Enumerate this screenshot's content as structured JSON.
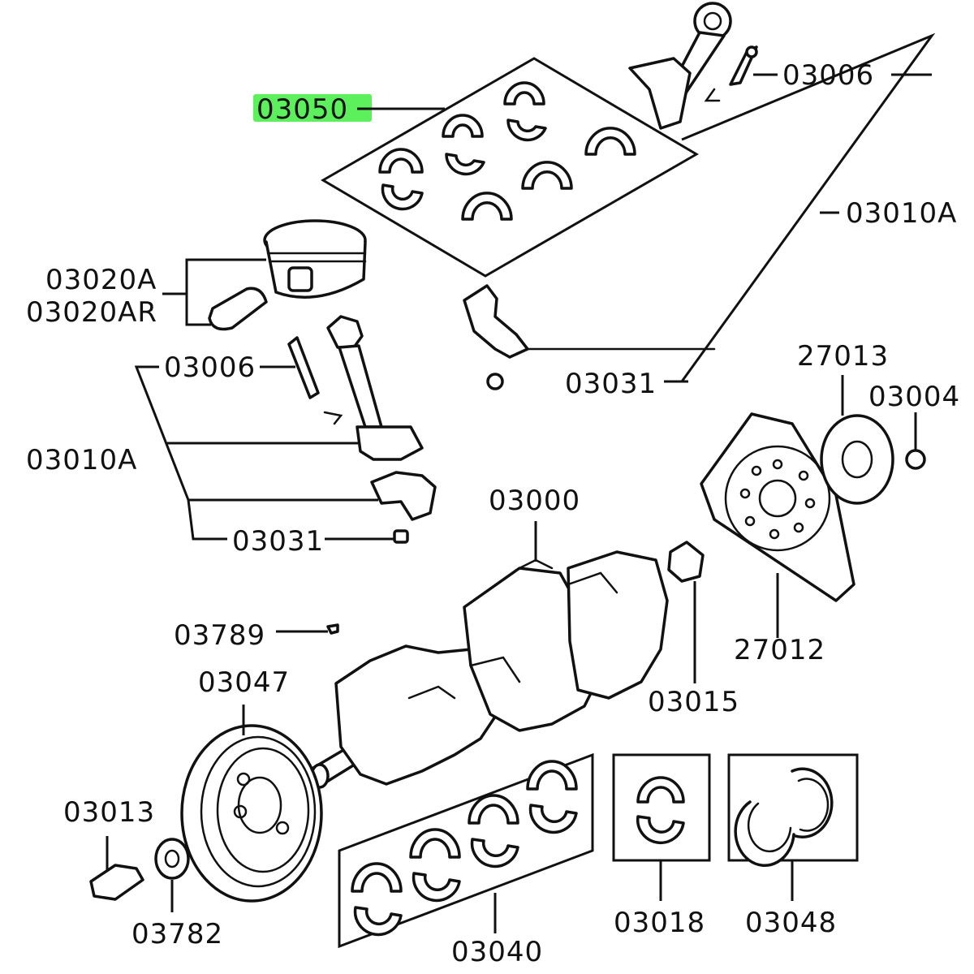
{
  "highlight_color": "#5cf05c",
  "highlighted_part": "03050",
  "labels": {
    "p03050": "03050",
    "p03006_top": "03006",
    "p03010A_right": "03010A",
    "p03020A": "03020A",
    "p03020AR": "03020AR",
    "p03006_left": "03006",
    "p03010A_left": "03010A",
    "p03031_right": "03031",
    "p03031_left": "03031",
    "p27013": "27013",
    "p03004": "03004",
    "p03000": "03000",
    "p27012": "27012",
    "p03789": "03789",
    "p03047": "03047",
    "p03015": "03015",
    "p03013": "03013",
    "p03782": "03782",
    "p03040": "03040",
    "p03018": "03018",
    "p03048": "03048"
  }
}
